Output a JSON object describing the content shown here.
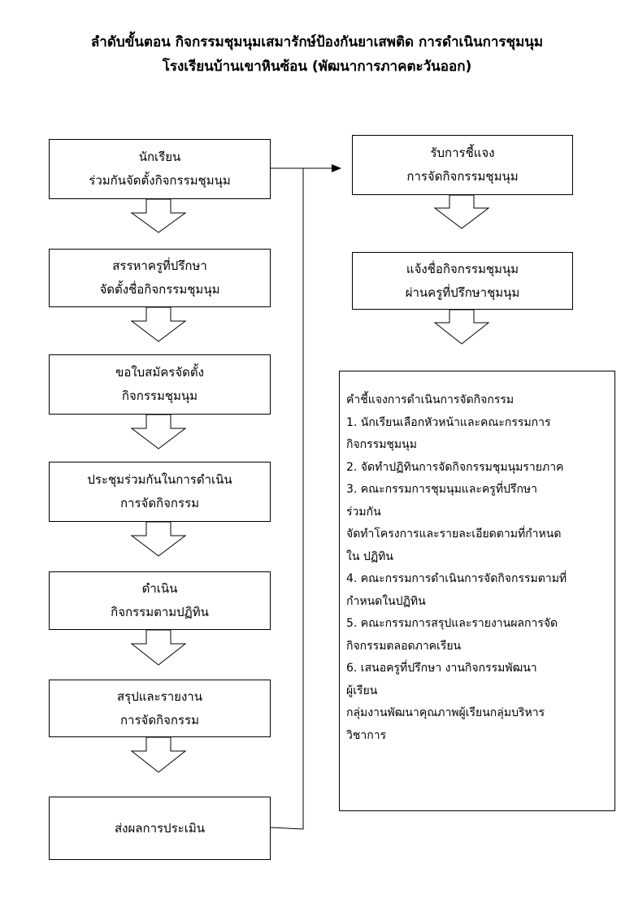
{
  "header": {
    "title_line1": "ลำดับขั้นตอน กิจกรรมชุมนุมเสมารักษ์ป้องกันยาเสพติด การดำเนินการชุมนุม",
    "title_line2": "โรงเรียนบ้านเขาหินซ้อน (พัฒนาการภาคตะวันออก)"
  },
  "flow_left": [
    {
      "line1": "นักเรียน",
      "line2": "ร่วมกันจัดตั้งกิจกรรมชุมนุม"
    },
    {
      "line1": "สรรหาครูที่ปรึกษา",
      "line2": "จัดตั้งชื่อกิจกรรมชุมนุม"
    },
    {
      "line1": "ขอใบสมัครจัดตั้ง",
      "line2": "กิจกรรมชุมนุม"
    },
    {
      "line1": "ประชุมร่วมกันในการดำเนิน",
      "line2": "การจัดกิจกรรม"
    },
    {
      "line1": "ดำเนิน",
      "line2": "กิจกรรมตามปฏิทิน"
    },
    {
      "line1": "สรุปและรายงาน",
      "line2": "การจัดกิจกรรม"
    },
    {
      "line1": "ส่งผลการประเมิน",
      "line2": ""
    }
  ],
  "flow_right": [
    {
      "line1": "รับการชี้แจง",
      "line2": "การจัดกิจกรรมชุมนุม"
    },
    {
      "line1": "แจ้งชื่อกิจกรรมชุมนุม",
      "line2": "ผ่านครูที่ปรึกษาชุมนุม"
    }
  ],
  "notes": {
    "heading": "คำชี้แจงการดำเนินการจัดกิจกรรม",
    "lines": [
      "1. นักเรียนเลือกหัวหน้าและคณะกรรมการ",
      "กิจกรรมชุมนุม",
      "2. จัดทำปฏิทินการจัดกิจกรรมชุมนุมรายภาค",
      "3. คณะกรรมการชุมนุมและครูที่ปรึกษา",
      "ร่วมกัน",
      "จัดทำโครงการและรายละเอียดตามที่กำหนด",
      "ใน ปฏิทิน",
      "4. คณะกรรมการดำเนินการจัดกิจกรรมตามที่",
      "กำหนดในปฏิทิน",
      "5. คณะกรรมการสรุปและรายงานผลการจัด",
      "กิจกรรมตลอดภาคเรียน",
      "6. เสนอครูที่ปรึกษา งานกิจกรรมพัฒนา",
      "ผู้เรียน",
      "กลุ่มงานพัฒนาคุณภาพผู้เรียนกลุ่มบริหาร",
      "วิชาการ"
    ]
  }
}
